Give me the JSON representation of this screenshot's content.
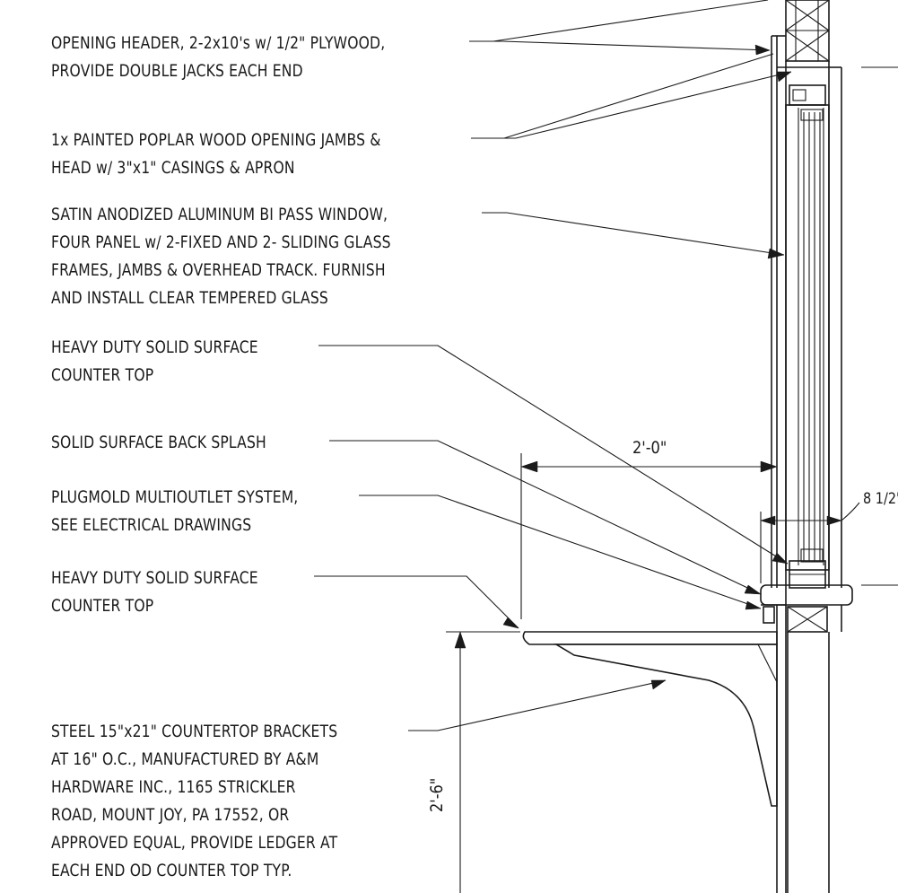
{
  "notes": [
    {
      "id": "header",
      "lines": [
        "OPENING HEADER, 2-2x10's w/ 1/2\" PLYWOOD,",
        "PROVIDE DOUBLE JACKS EACH END"
      ]
    },
    {
      "id": "jambs",
      "lines": [
        "1x PAINTED POPLAR WOOD OPENING JAMBS &",
        "HEAD w/ 3\"x1\" CASINGS & APRON"
      ]
    },
    {
      "id": "window",
      "lines": [
        "SATIN ANODIZED ALUMINUM BI PASS WINDOW,",
        "FOUR PANEL w/ 2-FIXED AND 2- SLIDING GLASS",
        "FRAMES, JAMBS & OVERHEAD TRACK.  FURNISH",
        "AND INSTALL CLEAR TEMPERED GLASS"
      ]
    },
    {
      "id": "counter-upper",
      "lines": [
        "HEAVY DUTY SOLID SURFACE",
        "COUNTER TOP"
      ]
    },
    {
      "id": "backsplash",
      "lines": [
        "SOLID SURFACE BACK SPLASH"
      ]
    },
    {
      "id": "plugmold",
      "lines": [
        "PLUGMOLD MULTIOUTLET SYSTEM,",
        "SEE ELECTRICAL DRAWINGS"
      ]
    },
    {
      "id": "counter-lower",
      "lines": [
        "HEAVY DUTY SOLID SURFACE",
        "COUNTER TOP"
      ]
    },
    {
      "id": "brackets",
      "lines": [
        "STEEL 15\"x21\" COUNTERTOP BRACKETS",
        "AT 16\" O.C., MANUFACTURED BY A&M",
        "HARDWARE INC., 1165 STRICKLER",
        "ROAD, MOUNT JOY, PA 17552, OR",
        "APPROVED EQUAL, PROVIDE LEDGER AT",
        "EACH END OD COUNTER TOP TYP."
      ]
    }
  ],
  "dimensions": {
    "depth": "2'-0\"",
    "wall": "8 1/2\"",
    "height": "2'-6\""
  }
}
